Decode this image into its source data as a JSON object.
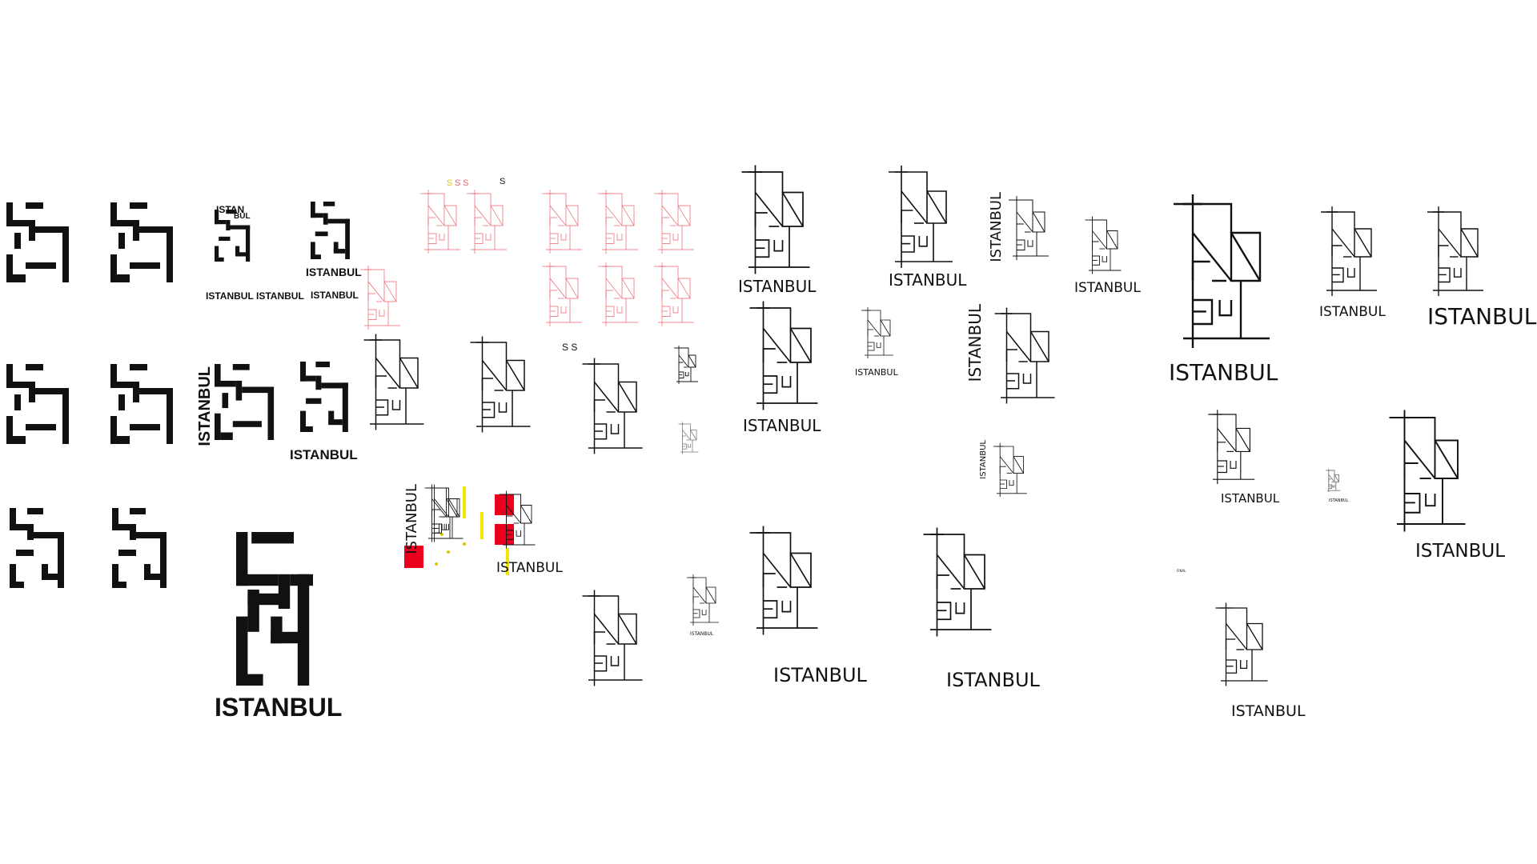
{
  "board": {
    "wordmark": "ISTANBUL",
    "wordmark_alt": "ISTANBUL",
    "mini_s": "S",
    "mini_ss": "S S",
    "stacked_top": "ISTAN",
    "stacked_bottom": "BUL",
    "glyph_s": "S",
    "glyph_u": "U",
    "final_label": "FINAL"
  },
  "colors": {
    "ink": "#111111",
    "sketch_red": "#e8606a",
    "accent_red": "#e8001c",
    "accent_yellow": "#f2e600",
    "gray": "#777777"
  }
}
